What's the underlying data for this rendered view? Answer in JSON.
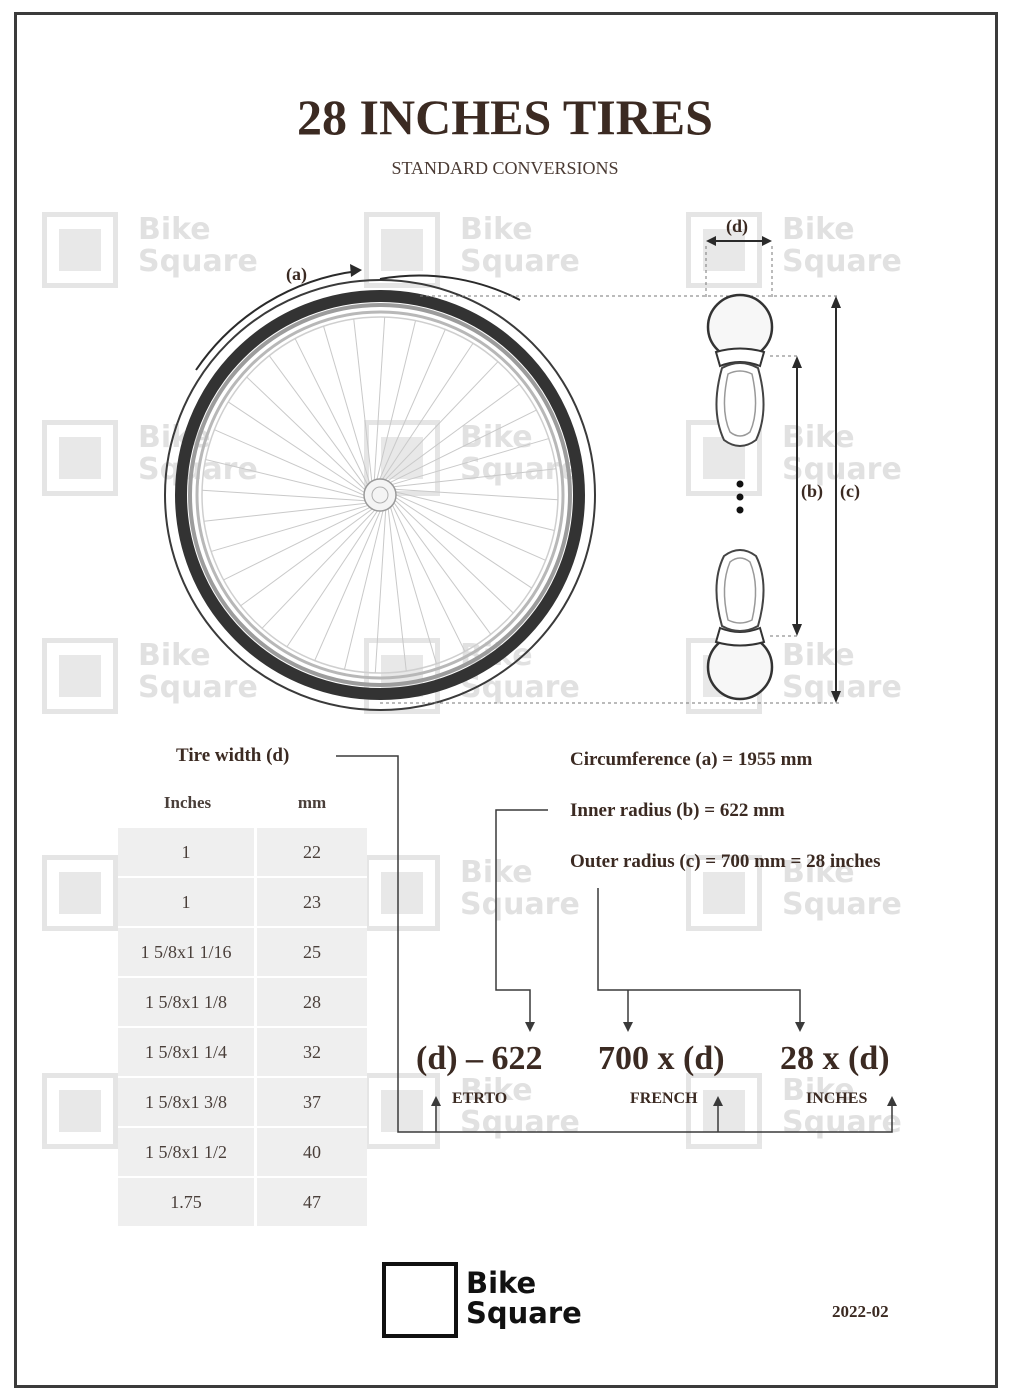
{
  "title": "28 INCHES TIRES",
  "subtitle": "STANDARD CONVERSIONS",
  "diagram_labels": {
    "a": "(a)",
    "b": "(b)",
    "c": "(c)",
    "d": "(d)"
  },
  "formulas": {
    "circumference": "Circumference (a) = 1955 mm",
    "inner_radius": "Inner radius (b) = 622 mm",
    "outer_radius": "Outer radius (c) = 700 mm = 28 inches"
  },
  "notations": {
    "etrto": {
      "value": "(d) – 622",
      "label": "ETRTO"
    },
    "french": {
      "value": "700 x (d)",
      "label": "FRENCH"
    },
    "inches": {
      "value": "28 x (d)",
      "label": "INCHES"
    }
  },
  "tire_width_table": {
    "title": "Tire width (d)",
    "headers": [
      "Inches",
      "mm"
    ],
    "rows": [
      [
        "1",
        "22"
      ],
      [
        "1",
        "23"
      ],
      [
        "1 5/8x1 1/16",
        "25"
      ],
      [
        "1 5/8x1 1/8",
        "28"
      ],
      [
        "1 5/8x1 1/4",
        "32"
      ],
      [
        "1 5/8x1 3/8",
        "37"
      ],
      [
        "1 5/8x1 1/2",
        "40"
      ],
      [
        "1.75",
        "47"
      ]
    ]
  },
  "watermark": {
    "line1": "Bike",
    "line2": "Square"
  },
  "logo": {
    "line1": "Bike",
    "line2": "Square"
  },
  "date": "2022-02"
}
